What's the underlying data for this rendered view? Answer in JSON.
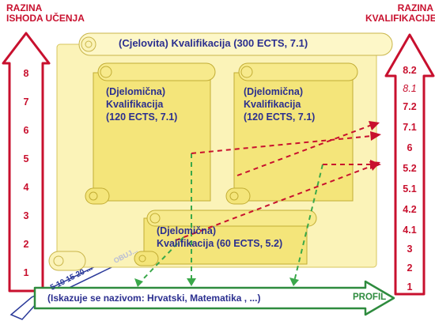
{
  "left_axis": {
    "title_line1": "RAZINA",
    "title_line2": "ISHODA UČENJA",
    "levels": [
      "8",
      "7",
      "6",
      "5",
      "4",
      "3",
      "2",
      "1"
    ]
  },
  "right_axis": {
    "title_line1": "RAZINA",
    "title_line2": "KVALIFIKACIJE",
    "levels": [
      "8.2",
      "8.1",
      "7.2",
      "7.1",
      "6",
      "5.2",
      "5.1",
      "4.2",
      "4.1",
      "3",
      "2",
      "1"
    ]
  },
  "scrolls": {
    "full": "(Cjelovita) Kvalifikacija (300 ECTS, 7.1)",
    "partial_left": [
      "(Djelomična)",
      "Kvalifikacija",
      "(120 ECTS, 7.1)"
    ],
    "partial_right": [
      "(Djelomična)",
      "Kvalifikacija",
      "(120 ECTS, 7.1)"
    ],
    "partial_bottom": [
      "(Djelomična)",
      "Kvalifikacija (60 ECTS, 5.2)"
    ]
  },
  "ects_axis": {
    "ticks": "5 10 15 20 ...",
    "faded_label": "OBUJ..."
  },
  "profile": {
    "text": "(Iskazuje se nazivom: Hrvatski, Matematika , ...)",
    "label": "PROFIL"
  },
  "colors": {
    "red": "#c8102e",
    "green": "#2e8b3e",
    "navy": "#2b2f8f",
    "scroll_light": "#fbf3b8",
    "scroll_yellow": "#f4e57a"
  }
}
